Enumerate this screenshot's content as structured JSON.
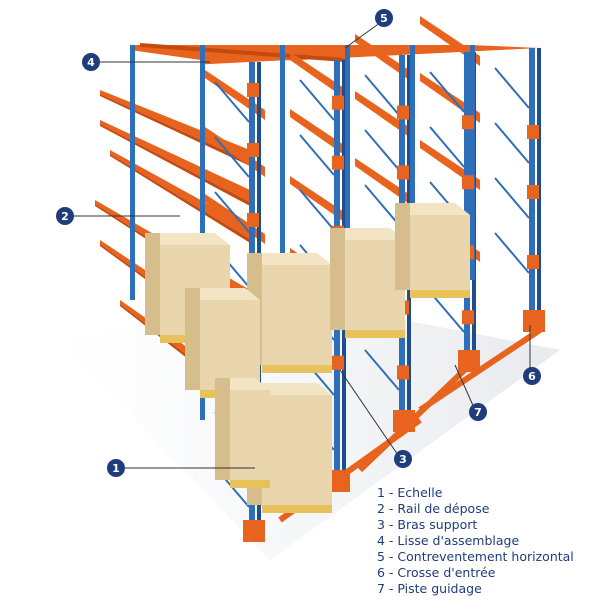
{
  "callouts": [
    {
      "num": "1"
    },
    {
      "num": "2"
    },
    {
      "num": "3"
    },
    {
      "num": "4"
    },
    {
      "num": "5"
    },
    {
      "num": "6"
    },
    {
      "num": "7"
    }
  ],
  "legend": [
    {
      "text": "1 - Echelle"
    },
    {
      "text": "2 - Rail de dépose"
    },
    {
      "text": "3 - Bras support"
    },
    {
      "text": "4 - Lisse d'assemblage"
    },
    {
      "text": "5 - Contreventement horizontal"
    },
    {
      "text": "6 - Crosse d'entrée"
    },
    {
      "text": "7 - Piste guidage"
    }
  ],
  "colors": {
    "upright": "#2f6eb8",
    "upright_dark": "#1d4f8f",
    "rail": "#e8641e",
    "rail_dark": "#c44a10",
    "box": "#e9d6ad",
    "box_side": "#d6bd8c",
    "pallet": "#e7c25a",
    "callout": "#1f3d7a"
  }
}
